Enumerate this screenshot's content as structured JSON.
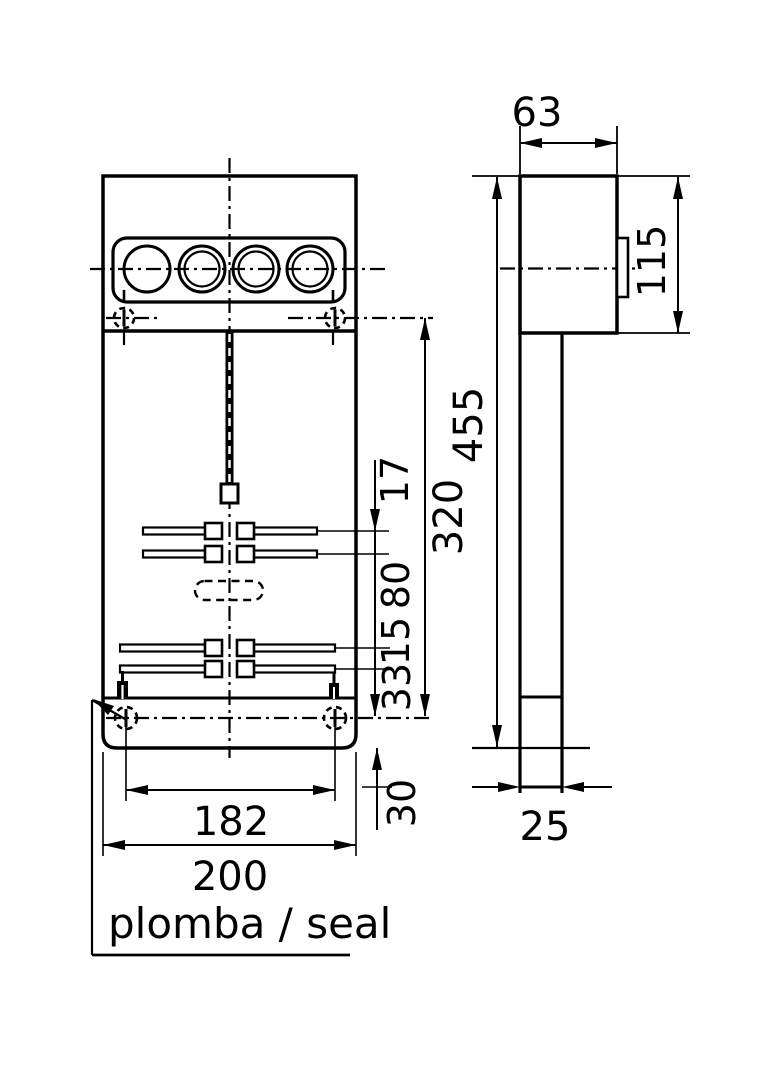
{
  "drawing": {
    "note": {
      "seal_label": "plomba / seal"
    },
    "dimensions": {
      "depth": "63",
      "cover_height": "115",
      "overall_height": "455",
      "seal_screw_spacing_v": "320",
      "terminal_gap_a": "17",
      "terminal_gap_b": "80",
      "terminal_gap_c": "15",
      "terminal_gap_d": "33",
      "base_extension": "30",
      "seal_screw_spacing_h": "182",
      "overall_width": "200",
      "rail_width": "25"
    }
  }
}
